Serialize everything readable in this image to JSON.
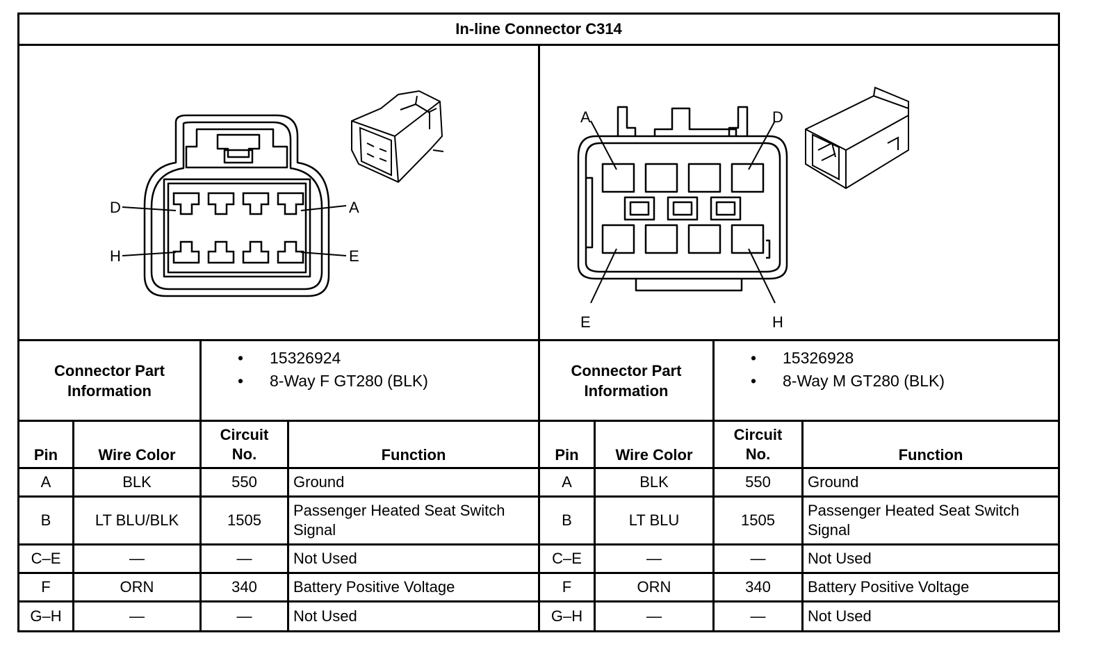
{
  "title": "In-line Connector C314",
  "left": {
    "diagram_labels": [
      "D",
      "A",
      "H",
      "E"
    ],
    "part_info_label": [
      "Connector Part",
      "Information"
    ],
    "part_info": [
      "15326924",
      "8-Way F GT280 (BLK)"
    ],
    "headers": {
      "pin": "Pin",
      "wire_color": "Wire Color",
      "circuit": [
        "Circuit",
        "No."
      ],
      "function": "Function"
    },
    "rows": [
      {
        "pin": "A",
        "color": "BLK",
        "circuit": "550",
        "function": "Ground"
      },
      {
        "pin": "B",
        "color": "LT BLU/BLK",
        "circuit": "1505",
        "function": "Passenger Heated Seat Switch Signal"
      },
      {
        "pin": "C–E",
        "color": "—",
        "circuit": "—",
        "function": "Not Used"
      },
      {
        "pin": "F",
        "color": "ORN",
        "circuit": "340",
        "function": "Battery Positive Voltage"
      },
      {
        "pin": "G–H",
        "color": "—",
        "circuit": "—",
        "function": "Not Used"
      }
    ]
  },
  "right": {
    "diagram_labels": [
      "A",
      "D",
      "E",
      "H"
    ],
    "part_info_label": [
      "Connector Part",
      "Information"
    ],
    "part_info": [
      "15326928",
      "8-Way M GT280 (BLK)"
    ],
    "headers": {
      "pin": "Pin",
      "wire_color": "Wire Color",
      "circuit": [
        "Circuit",
        "No."
      ],
      "function": "Function"
    },
    "rows": [
      {
        "pin": "A",
        "color": "BLK",
        "circuit": "550",
        "function": "Ground"
      },
      {
        "pin": "B",
        "color": "LT BLU",
        "circuit": "1505",
        "function": "Passenger Heated Seat Switch Signal"
      },
      {
        "pin": "C–E",
        "color": "—",
        "circuit": "—",
        "function": "Not Used"
      },
      {
        "pin": "F",
        "color": "ORN",
        "circuit": "340",
        "function": "Battery Positive Voltage"
      },
      {
        "pin": "G–H",
        "color": "—",
        "circuit": "—",
        "function": "Not Used"
      }
    ]
  },
  "bullet": "•"
}
